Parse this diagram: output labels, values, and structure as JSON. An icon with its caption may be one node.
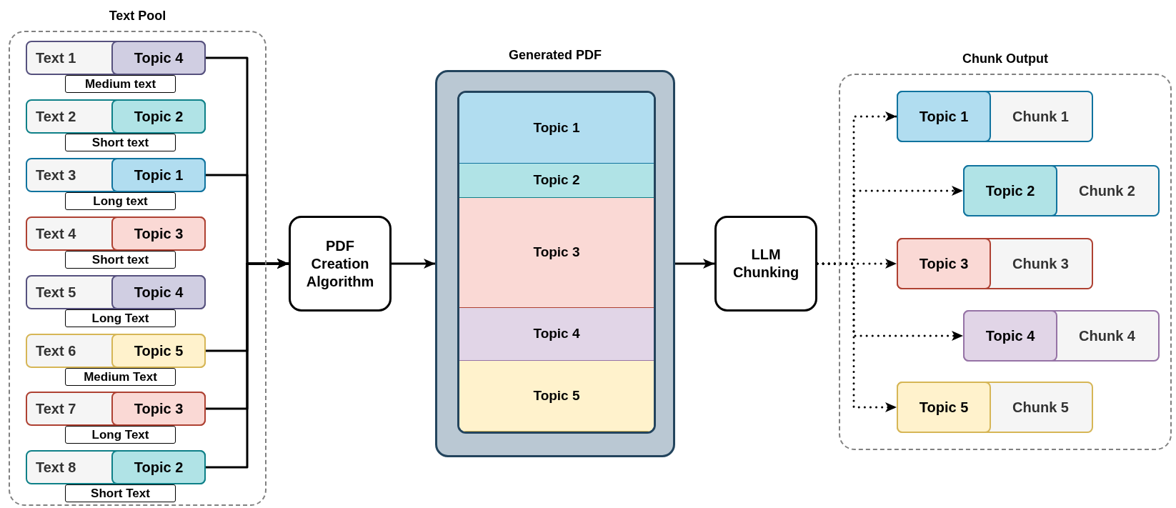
{
  "diagram": {
    "nodes": [
      {
        "text": [
          "Text Pool"
        ]
      },
      {
        "text": [
          "Text 1"
        ],
        "in": 0
      },
      {
        "text": [
          "Topic 4"
        ],
        "in": 1
      },
      {
        "text": [
          "Medium text"
        ],
        "in": 0
      },
      {
        "text": [
          "Text 2"
        ],
        "in": 0
      },
      {
        "text": [
          "Topic 2"
        ],
        "in": 4
      },
      {
        "text": [
          "Short text"
        ],
        "in": 0
      },
      {
        "text": [
          "Text 3"
        ],
        "in": 0
      },
      {
        "text": [
          "Topic 1"
        ],
        "in": 7
      },
      {
        "text": [
          "Long text"
        ],
        "in": 0
      },
      {
        "text": [
          "Text 4"
        ],
        "in": 0
      },
      {
        "text": [
          "Topic 3"
        ],
        "in": 10
      },
      {
        "text": [
          "Short text"
        ],
        "in": 0
      },
      {
        "text": [
          "Text 5"
        ],
        "in": 0
      },
      {
        "text": [
          "Topic 4"
        ],
        "in": 13
      },
      {
        "text": [
          "Long Text"
        ],
        "in": 0
      },
      {
        "text": [
          "Text 6"
        ],
        "in": 0
      },
      {
        "text": [
          "Topic 5"
        ],
        "in": 16
      },
      {
        "text": [
          "Medium Text"
        ],
        "in": 0
      },
      {
        "text": [
          "Text 7"
        ],
        "in": 0
      },
      {
        "text": [
          "Topic 3"
        ],
        "in": 19
      },
      {
        "text": [
          "Long Text"
        ],
        "in": 0
      },
      {
        "text": [
          "Text 8"
        ],
        "in": 0
      },
      {
        "text": [
          "Topic 2"
        ],
        "in": 22
      },
      {
        "text": [
          "Short Text"
        ],
        "in": 0
      },
      {
        "text": [
          "PDF Creation Algorithm"
        ]
      },
      {
        "text": [
          "Generated PDF"
        ]
      },
      {
        "text": [],
        "in": 26,
        "shape": "box"
      },
      {
        "text": [
          "Topic 1"
        ],
        "in": 27
      },
      {
        "text": [
          "Topic 2"
        ],
        "in": 27
      },
      {
        "text": [
          "Topic 3"
        ],
        "in": 27
      },
      {
        "text": [
          "Topic 4"
        ],
        "in": 27
      },
      {
        "text": [
          "Topic 5"
        ],
        "in": 27
      },
      {
        "text": [
          "LLM Chunking"
        ]
      },
      {
        "text": [
          "Chunk Output"
        ]
      },
      {
        "text": [
          "Chunk 1"
        ],
        "in": 34
      },
      {
        "text": [
          "Topic 1"
        ],
        "in": 35
      },
      {
        "text": [
          "Chunk 2"
        ],
        "in": 34
      },
      {
        "text": [
          "Topic 2"
        ],
        "in": 37
      },
      {
        "text": [
          "Chunk 3"
        ],
        "in": 34
      },
      {
        "text": [
          "Topic 3"
        ],
        "in": 39
      },
      {
        "text": [
          "Chunk 4"
        ],
        "in": 34
      },
      {
        "text": [
          "Topic 4"
        ],
        "in": 41
      },
      {
        "text": [
          "Chunk 5"
        ],
        "in": 34
      },
      {
        "text": [
          "Topic 5"
        ],
        "in": 43
      }
    ],
    "edges": [
      {
        "from": 2,
        "to": 25,
        "arrow": "to"
      },
      {
        "from": 8,
        "to": 25,
        "arrow": "to"
      },
      {
        "from": 17,
        "to": 25,
        "arrow": "to"
      },
      {
        "from": 20,
        "to": 25,
        "arrow": "to"
      },
      {
        "from": 23,
        "to": 25,
        "arrow": "to"
      },
      {
        "from": 25,
        "to": 26,
        "arrow": "to"
      },
      {
        "from": 26,
        "to": 33,
        "arrow": "to"
      },
      {
        "from": 33,
        "to": 36,
        "arrow": "to",
        "style": "dashed"
      },
      {
        "from": 33,
        "to": 38,
        "arrow": "to",
        "style": "dashed"
      },
      {
        "from": 33,
        "to": 40,
        "arrow": "to",
        "style": "dashed"
      },
      {
        "from": 33,
        "to": 42,
        "arrow": "to",
        "style": "dashed"
      },
      {
        "from": 33,
        "to": 44,
        "arrow": "to",
        "style": "dashed"
      }
    ]
  }
}
